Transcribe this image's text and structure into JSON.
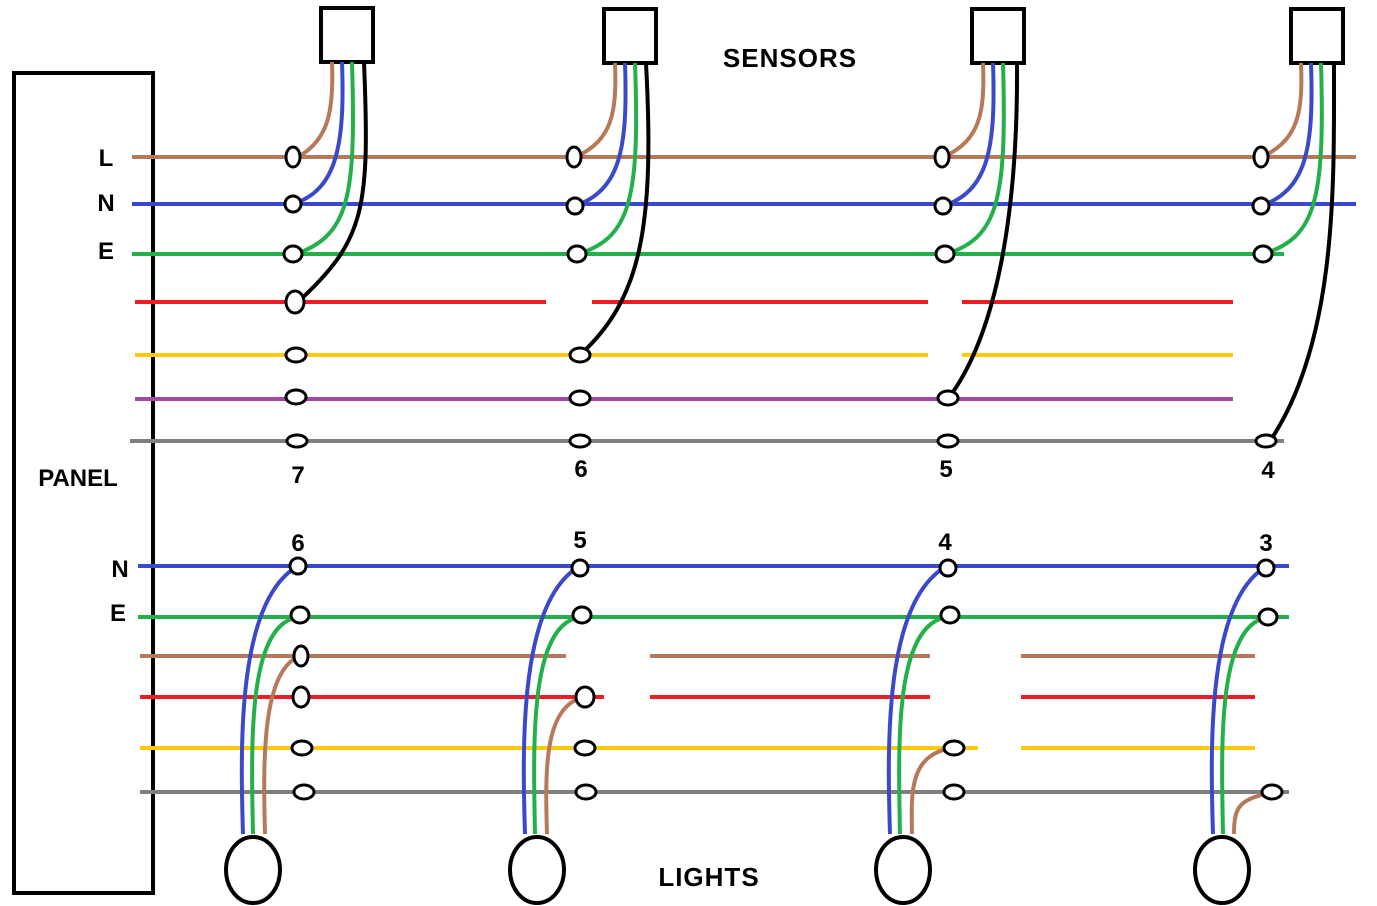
{
  "labels": {
    "sensors": "SENSORS",
    "lights": "LIGHTS",
    "panel": "PANEL",
    "upper_l": "L",
    "upper_n": "N",
    "upper_e": "E",
    "lower_n": "N",
    "lower_e": "E"
  },
  "upper_numbers": [
    "7",
    "6",
    "5",
    "4"
  ],
  "lower_numbers": [
    "6",
    "5",
    "4",
    "3"
  ],
  "colors": {
    "brown": "#B5795A",
    "blue": "#3A48CC",
    "green": "#23B04A",
    "red": "#EE1C24",
    "yellow": "#FFC90E",
    "purple": "#A349A4",
    "grey": "#7F7F7F",
    "black": "#000000"
  }
}
